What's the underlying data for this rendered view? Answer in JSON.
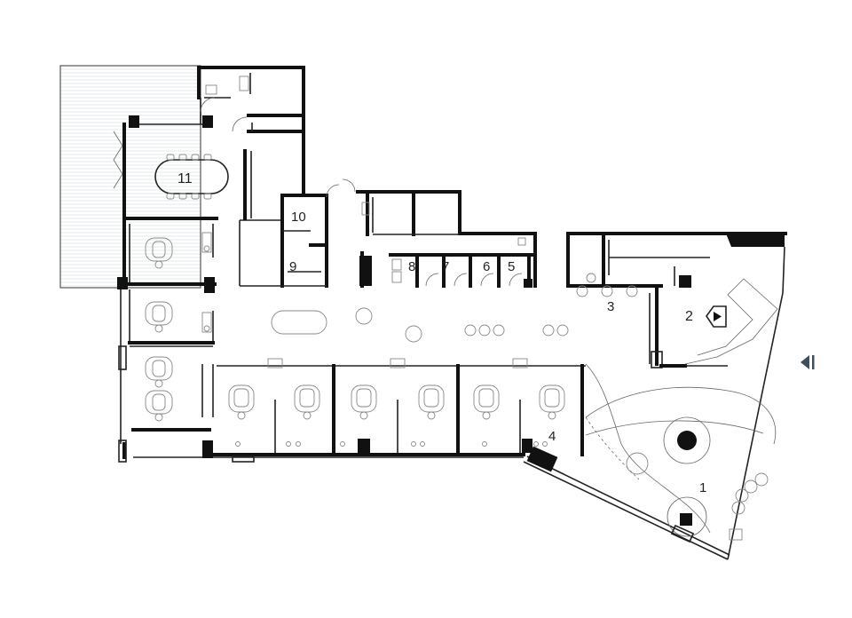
{
  "plan": {
    "room_labels": {
      "r1": "1",
      "r2": "2",
      "r3": "3",
      "r4": "4",
      "r5": "5",
      "r6": "6",
      "r7": "7",
      "r8": "8",
      "r9": "9",
      "r10": "10",
      "r11": "11"
    },
    "north_arrow_icon": "triangle-left-arrow-icon"
  }
}
